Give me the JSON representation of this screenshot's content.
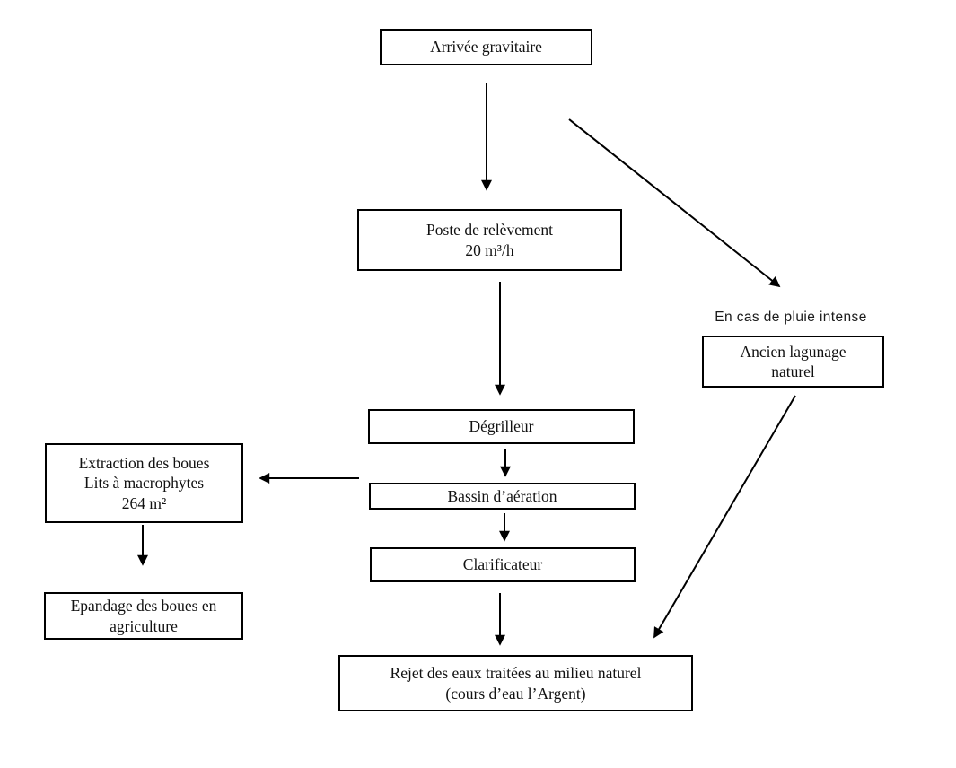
{
  "page": {
    "background_color": "#ffffff",
    "line_color": "#000000",
    "annotation": "En cas de pluie intense"
  },
  "diagram": {
    "type": "flowchart",
    "subject": "Wastewater treatment plant process flow",
    "nodes": {
      "arrivee_gravitaire": {
        "lines": [
          "Arrivée gravitaire"
        ]
      },
      "poste_relevement": {
        "lines": [
          "Poste de relèvement",
          "20 m³/h"
        ]
      },
      "ancien_lagunage": {
        "lines": [
          "Ancien lagunage",
          "naturel"
        ]
      },
      "degrilleur": {
        "lines": [
          "Dégrilleur"
        ]
      },
      "bassin_aeration": {
        "lines": [
          "Bassin d’aération"
        ]
      },
      "clarificateur": {
        "lines": [
          "Clarificateur"
        ]
      },
      "extraction_boues": {
        "lines": [
          "Extraction des boues",
          "Lits à macrophytes",
          "264 m²"
        ]
      },
      "epandage_boues": {
        "lines": [
          "Epandage des boues en",
          "agriculture"
        ]
      },
      "rejet_eaux": {
        "lines": [
          "Rejet des eaux traitées au milieu naturel",
          "(cours d’eau l’Argent)"
        ]
      }
    },
    "edges": [
      {
        "from": "arrivee_gravitaire",
        "to": "poste_relevement",
        "label": ""
      },
      {
        "from": "arrivee_gravitaire",
        "to": "ancien_lagunage",
        "label": "En cas de pluie intense"
      },
      {
        "from": "poste_relevement",
        "to": "degrilleur",
        "label": ""
      },
      {
        "from": "degrilleur",
        "to": "bassin_aeration",
        "label": ""
      },
      {
        "from": "bassin_aeration",
        "to": "extraction_boues",
        "label": ""
      },
      {
        "from": "bassin_aeration",
        "to": "clarificateur",
        "label": ""
      },
      {
        "from": "clarificateur",
        "to": "rejet_eaux",
        "label": ""
      },
      {
        "from": "extraction_boues",
        "to": "epandage_boues",
        "label": ""
      },
      {
        "from": "ancien_lagunage",
        "to": "rejet_eaux",
        "label": ""
      }
    ]
  }
}
